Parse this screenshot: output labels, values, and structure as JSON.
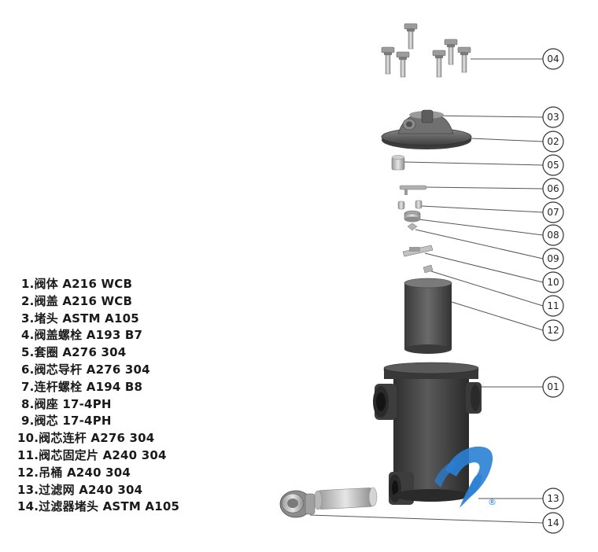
{
  "parts_list": [
    "1.阀体 A216 WCB",
    "2.阀盖 A216 WCB",
    "3.堵头 ASTM A105",
    "4.阀盖螺栓 A193 B7",
    "5.套圈 A276 304",
    "6.阀芯导杆 A276 304",
    "7.连杆螺栓 A194 B8",
    "8.阀座 17-4PH",
    "9.阀芯 17-4PH",
    "10.阀芯连杆 A276 304",
    "11.阀芯固定片 A240 304",
    "12.吊桶 A240 304",
    "13.过滤网 A240 304",
    "14.过滤器堵头 ASTM A105"
  ],
  "callouts": [
    "04",
    "03",
    "02",
    "05",
    "06",
    "07",
    "08",
    "09",
    "10",
    "11",
    "12",
    "01",
    "13",
    "14"
  ],
  "logo": {
    "color": "#2a7fd4",
    "registered_mark": "®"
  },
  "colors": {
    "part_dark": "#3a3a3a",
    "part_mid": "#6b6b6b",
    "part_light": "#b8b8b8",
    "line": "#555555"
  }
}
